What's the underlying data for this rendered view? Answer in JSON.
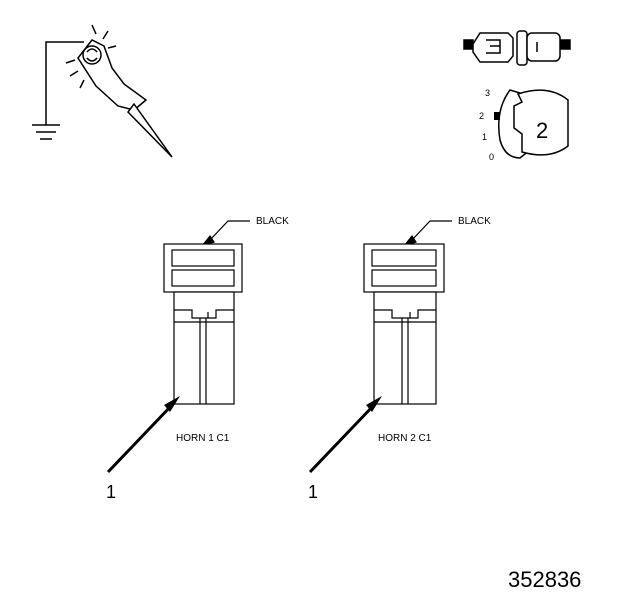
{
  "connectors": [
    {
      "wire_label": "BLACK",
      "name": "HORN 1 C1",
      "callout": "1"
    },
    {
      "wire_label": "BLACK",
      "name": "HORN 2 C1",
      "callout": "1"
    }
  ],
  "locking_tab": {
    "positions": [
      "3",
      "2",
      "1",
      "0"
    ],
    "step_number": "2"
  },
  "figure_number": "352836",
  "icons": [
    "test-probe-icon",
    "ground-icon",
    "connector-separate-icon",
    "locking-tab-icon"
  ]
}
